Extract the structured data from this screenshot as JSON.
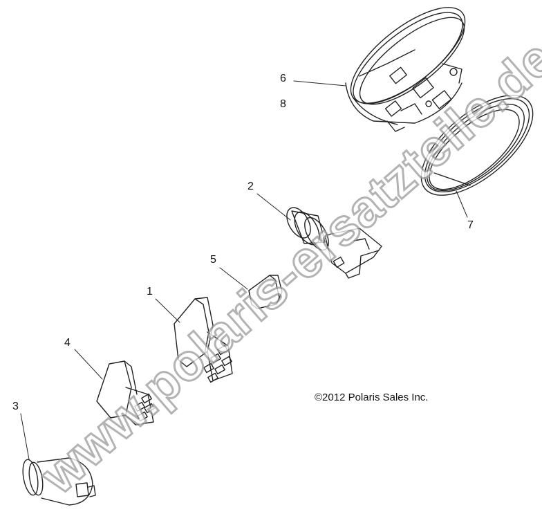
{
  "callouts": {
    "c1": "1",
    "c2": "2",
    "c3": "3",
    "c4": "4",
    "c5": "5",
    "c6": "6",
    "c7": "7",
    "c8": "8"
  },
  "copyright": "©2012 Polaris Sales Inc.",
  "watermark": "www.polaris-ersatzteile.de",
  "colors": {
    "line": "#222222",
    "watermark_stroke": "#9a9a9a"
  }
}
